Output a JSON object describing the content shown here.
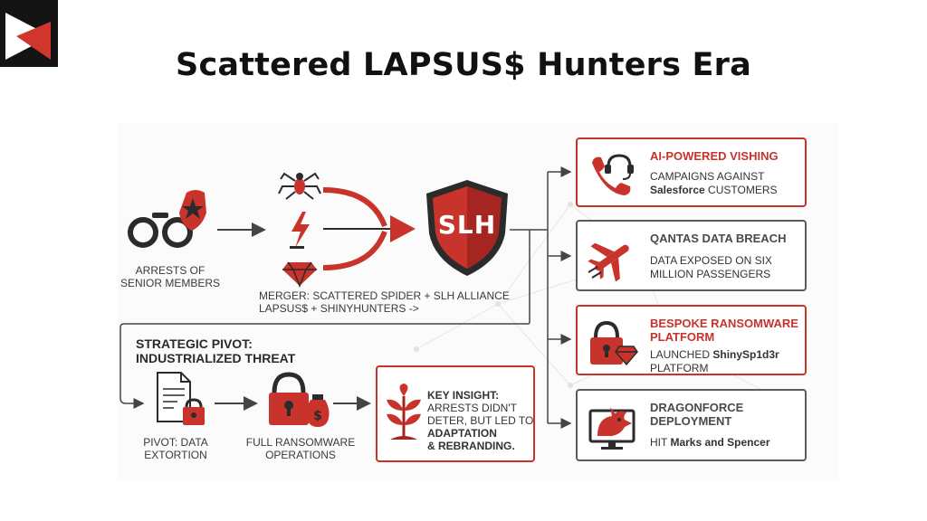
{
  "title": "Scattered LAPSUS$ Hunters Era",
  "left": {
    "arrests_label": "Arrests of senior members",
    "merger_label_line1": "Merger: Scattered Spider + SLH Alliance",
    "merger_label_line2": "LAPSUS$ + ShinyHunters ->",
    "shield_text": "SLH"
  },
  "pivot": {
    "title_line1": "Strategic Pivot:",
    "title_line2": "Industrialized Threat",
    "step1_label": "Pivot: Data Extortion",
    "step2_label": "Full Ransomware Operations",
    "insight_line1": "Key Insight:",
    "insight_line2": "Arrests didn't deter, but led to",
    "insight_em1": "Adaptation",
    "insight_em2": "& Rebranding."
  },
  "cards": [
    {
      "title": "AI-Powered Vishing",
      "desc_pre": "Campaigns against",
      "desc_bold": "Salesforce",
      "desc_post": "customers",
      "style": "red",
      "icon": "phone-headset-icon"
    },
    {
      "title": "Qantas Data Breach",
      "desc": "Data exposed on six million passengers",
      "style": "gray",
      "icon": "airplane-icon"
    },
    {
      "title": "Bespoke Ransomware Platform",
      "desc_pre": "Launched",
      "desc_bold": "ShinySp1d3r",
      "desc_post": "platform",
      "style": "red",
      "icon": "lock-gem-icon"
    },
    {
      "title": "DragonForce Deployment",
      "desc_pre": "Hit",
      "desc_bold": "Marks and Spencer",
      "style": "gray",
      "icon": "dragon-monitor-icon"
    }
  ],
  "colors": {
    "accent": "#c8332b",
    "dark": "#2b2b2b",
    "border_gray": "#5a5a5a"
  }
}
